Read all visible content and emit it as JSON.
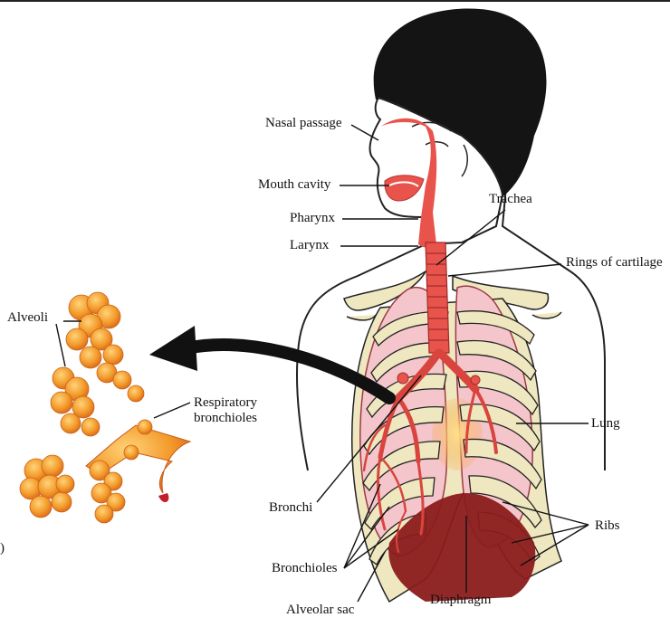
{
  "labels": {
    "nasal_passage": "Nasal passage",
    "mouth_cavity": "Mouth cavity",
    "trachea": "Trachea",
    "pharynx": "Pharynx",
    "larynx": "Larynx",
    "rings_of_cartilage": "Rings of cartilage",
    "alveoli": "Alveoli",
    "respiratory_bronchioles_line1": "Respiratory",
    "respiratory_bronchioles_line2": "bronchioles",
    "lung": "Lung",
    "bronchi": "Bronchi",
    "ribs": "Ribs",
    "bronchioles": "Bronchioles",
    "diaphragm": "Diaphragm",
    "alveolar_sac": "Alveolar sac",
    "edge_mark": ")"
  },
  "colors": {
    "airway": "#e8534c",
    "lung_fill": "#f4c6cc",
    "rib_fill": "#efe7bf",
    "hair": "#141414",
    "alveoli": "#f39a2a",
    "diaphragm": "#8a1c1c",
    "outline": "#222222"
  }
}
